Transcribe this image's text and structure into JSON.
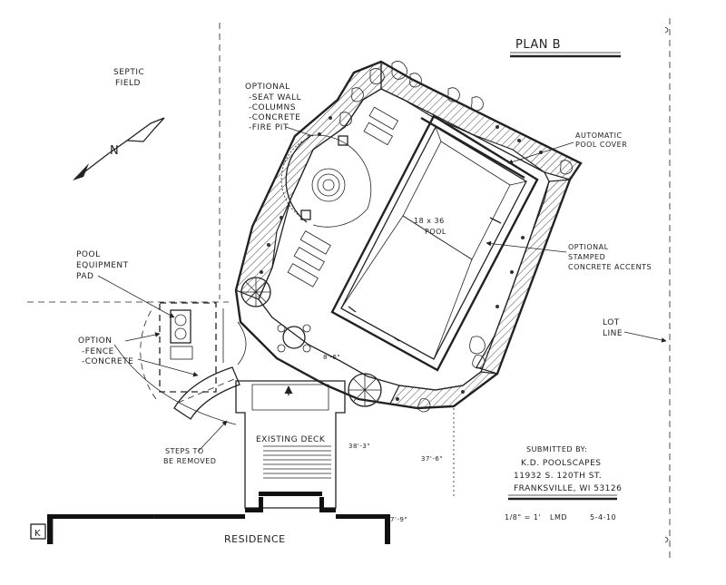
{
  "title": "PLAN B",
  "labels": {
    "septic_field": [
      "SEPTIC",
      "FIELD"
    ],
    "north": "N",
    "optional_features": [
      "OPTIONAL",
      "-SEAT WALL",
      "-COLUMNS",
      "-CONCRETE",
      "-FIRE PIT"
    ],
    "pool_equipment": [
      "POOL",
      "EQUIPMENT",
      "PAD"
    ],
    "option": [
      "OPTION",
      "-FENCE",
      "-CONCRETE"
    ],
    "automatic_cover": [
      "AUTOMATIC",
      "POOL COVER"
    ],
    "pool_size": "18 x 36",
    "pool": "POOL",
    "stamped_concrete": [
      "OPTIONAL",
      "STAMPED",
      "CONCRETE ACCENTS"
    ],
    "lot_line": [
      "LOT",
      "LINE"
    ],
    "existing_deck": "EXISTING DECK",
    "steps_removed": [
      "STEPS TO",
      "BE REMOVED"
    ],
    "residence": "RESIDENCE",
    "dim_left": "8'-6\"",
    "dim_deck": "38'-3\"",
    "dim_right": "37'-6\"",
    "dim_small": "7'-9\""
  },
  "submitted": {
    "heading": "SUBMITTED BY:",
    "company": "K.D. POOLSCAPES",
    "address": "11932 S. 120TH ST.",
    "city": "FRANKSVILLE, WI 53126",
    "scale": "1/8\" = 1'",
    "drafter": "LMD",
    "date": "5-4-10"
  },
  "stamp": "K"
}
